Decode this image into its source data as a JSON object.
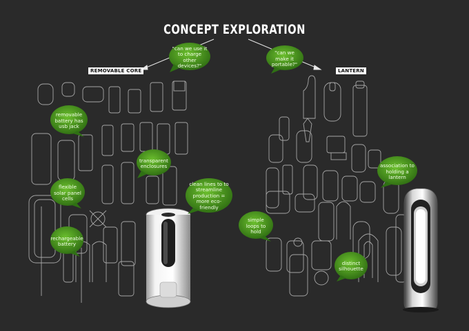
{
  "title": "CONCEPT EXPLORATION",
  "branches": [
    {
      "label": "REMOVABLE CORE",
      "question": "\"can we use it to charge other devices?\""
    },
    {
      "label": "LANTERN",
      "question": "\"can we make it portable?\""
    }
  ],
  "notes": [
    {
      "text": "removable battery has usb jack"
    },
    {
      "text": "transparent enclosures"
    },
    {
      "text": "flexible solar panel cells"
    },
    {
      "text": "clean lines to to streamline production = more eco-friendly"
    },
    {
      "text": "rechargeable battery"
    },
    {
      "text": "simple loops to hold"
    },
    {
      "text": "association to holding a lantern"
    },
    {
      "text": "distinct silhouette"
    }
  ],
  "colors": {
    "background": "#2a2a2a",
    "bubble_green": "#3f8f1c",
    "sketch_line": "#bdbdbd"
  }
}
